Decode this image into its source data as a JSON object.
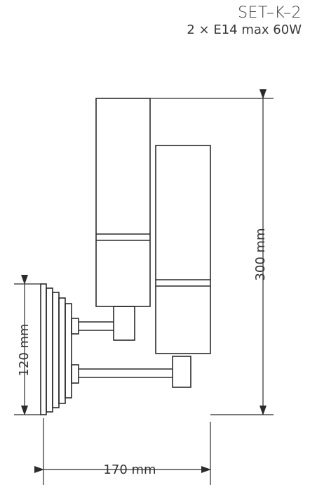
{
  "header": {
    "model": "SET–K–2",
    "spec": "2 × E14 max 60W"
  },
  "dimensions": {
    "height_total": "300 mm",
    "height_backplate": "120 mm",
    "width": "170 mm"
  },
  "colors": {
    "line": "#2b2b2b",
    "text": "#333333"
  }
}
